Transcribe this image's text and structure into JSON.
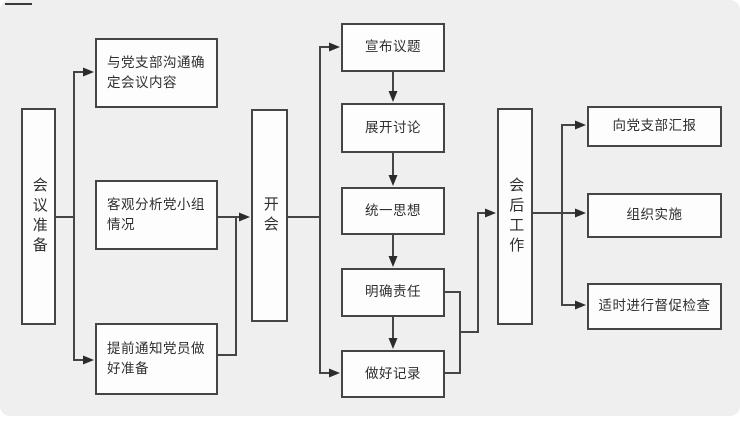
{
  "theme": {
    "background": "#efefef",
    "page": "#ffffff",
    "box_fill": "#fdfdfd",
    "box_border": "#454545",
    "text_color": "#2f2f2f",
    "connector_color": "#454545",
    "arrow_color": "#2b2b2b"
  },
  "flowchart": {
    "stages": {
      "preparation": {
        "label": "会议准备"
      },
      "meeting": {
        "label": "开会"
      },
      "post_meeting": {
        "label": "会后工作"
      }
    },
    "preparation_steps": [
      {
        "label": "与党支部沟通确定会议内容"
      },
      {
        "label": "客观分析党小组情况"
      },
      {
        "label": "提前通知党员做好准备"
      }
    ],
    "meeting_steps": [
      {
        "label": "宣布议题"
      },
      {
        "label": "展开讨论"
      },
      {
        "label": "统一思想"
      },
      {
        "label": "明确责任"
      },
      {
        "label": "做好记录"
      }
    ],
    "post_meeting_steps": [
      {
        "label": "向党支部汇报"
      },
      {
        "label": "组织实施"
      },
      {
        "label": "适时进行督促检查"
      }
    ]
  }
}
